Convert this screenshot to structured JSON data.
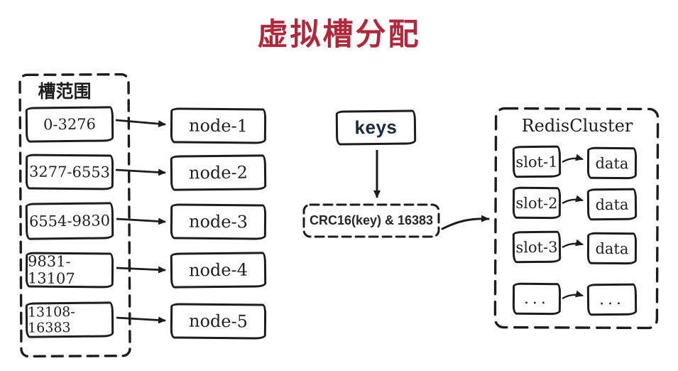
{
  "title": "虚拟槽分配",
  "colors": {
    "accent_red": "#b3273a",
    "ink": "#1c1c1c",
    "keys_blue": "#16293e"
  },
  "slot_ranges": {
    "label": "槽范围",
    "items": [
      "0-3276",
      "3277-6553",
      "6554-9830",
      "9831-13107",
      "13108-16383"
    ]
  },
  "nodes": [
    "node-1",
    "node-2",
    "node-3",
    "node-4",
    "node-5"
  ],
  "keys_box": {
    "label": "keys"
  },
  "hash_box": {
    "label": "CRC16(key) & 16383"
  },
  "cluster": {
    "label": "RedisCluster",
    "rows": [
      {
        "slot": "slot-1",
        "data": "data"
      },
      {
        "slot": "slot-2",
        "data": "data"
      },
      {
        "slot": "slot-3",
        "data": "data"
      },
      {
        "slot": "...",
        "data": "..."
      }
    ]
  }
}
